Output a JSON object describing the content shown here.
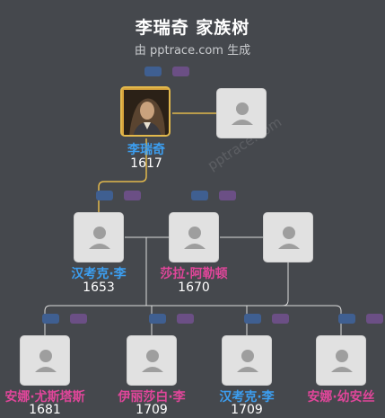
{
  "title": "李瑞奇 家族树",
  "subtitle": "由 pptrace.com 生成",
  "watermark": "pptrace.com",
  "colors": {
    "male": "#3c9ef0",
    "female": "#e0469a",
    "focus_line": "#e2b84c",
    "line": "#dcdcdc"
  },
  "people": [
    {
      "name": "李瑞奇",
      "year": "1617",
      "gender": "male",
      "photo": true
    },
    {
      "name": "",
      "year": "",
      "gender": "unknown",
      "photo": false
    },
    {
      "name": "汉考克·李",
      "year": "1653",
      "gender": "male",
      "photo": false
    },
    {
      "name": "莎拉·阿勒顿",
      "year": "1670",
      "gender": "female",
      "photo": false
    },
    {
      "name": "",
      "year": "",
      "gender": "unknown",
      "photo": false
    },
    {
      "name": "安娜·尤斯塔斯",
      "year": "1681",
      "gender": "female",
      "photo": false
    },
    {
      "name": "伊丽莎白·李",
      "year": "1709",
      "gender": "female",
      "photo": false
    },
    {
      "name": "汉考克·李",
      "year": "1709",
      "gender": "male",
      "photo": false
    },
    {
      "name": "安娜·幼安丝",
      "year": "",
      "gender": "female",
      "photo": false
    }
  ]
}
